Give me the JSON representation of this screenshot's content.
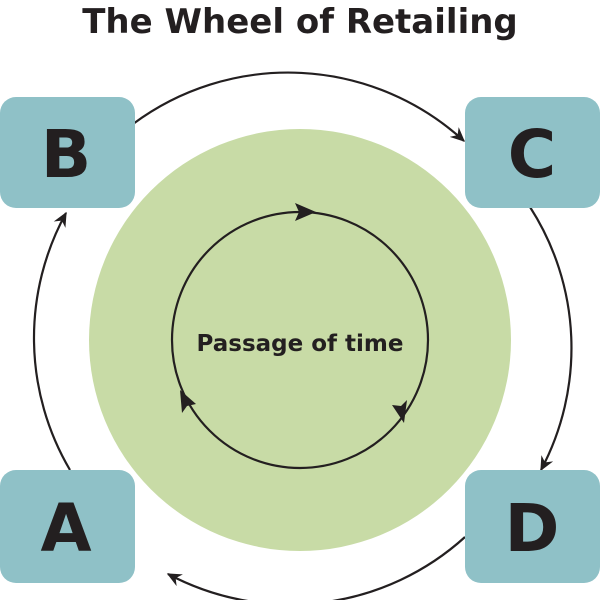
{
  "diagram": {
    "title": "The Wheel of Retailing",
    "center_label": "Passage of time",
    "nodes": [
      {
        "id": "A",
        "label": "A"
      },
      {
        "id": "B",
        "label": "B"
      },
      {
        "id": "C",
        "label": "C"
      },
      {
        "id": "D",
        "label": "D"
      }
    ],
    "cycle_order": [
      "A",
      "B",
      "C",
      "D"
    ],
    "inner_cycle_direction": "clockwise",
    "colors": {
      "node_fill": "#8fc1c7",
      "center_fill": "#c8dba6",
      "stroke": "#231f20",
      "text": "#231f20"
    }
  }
}
